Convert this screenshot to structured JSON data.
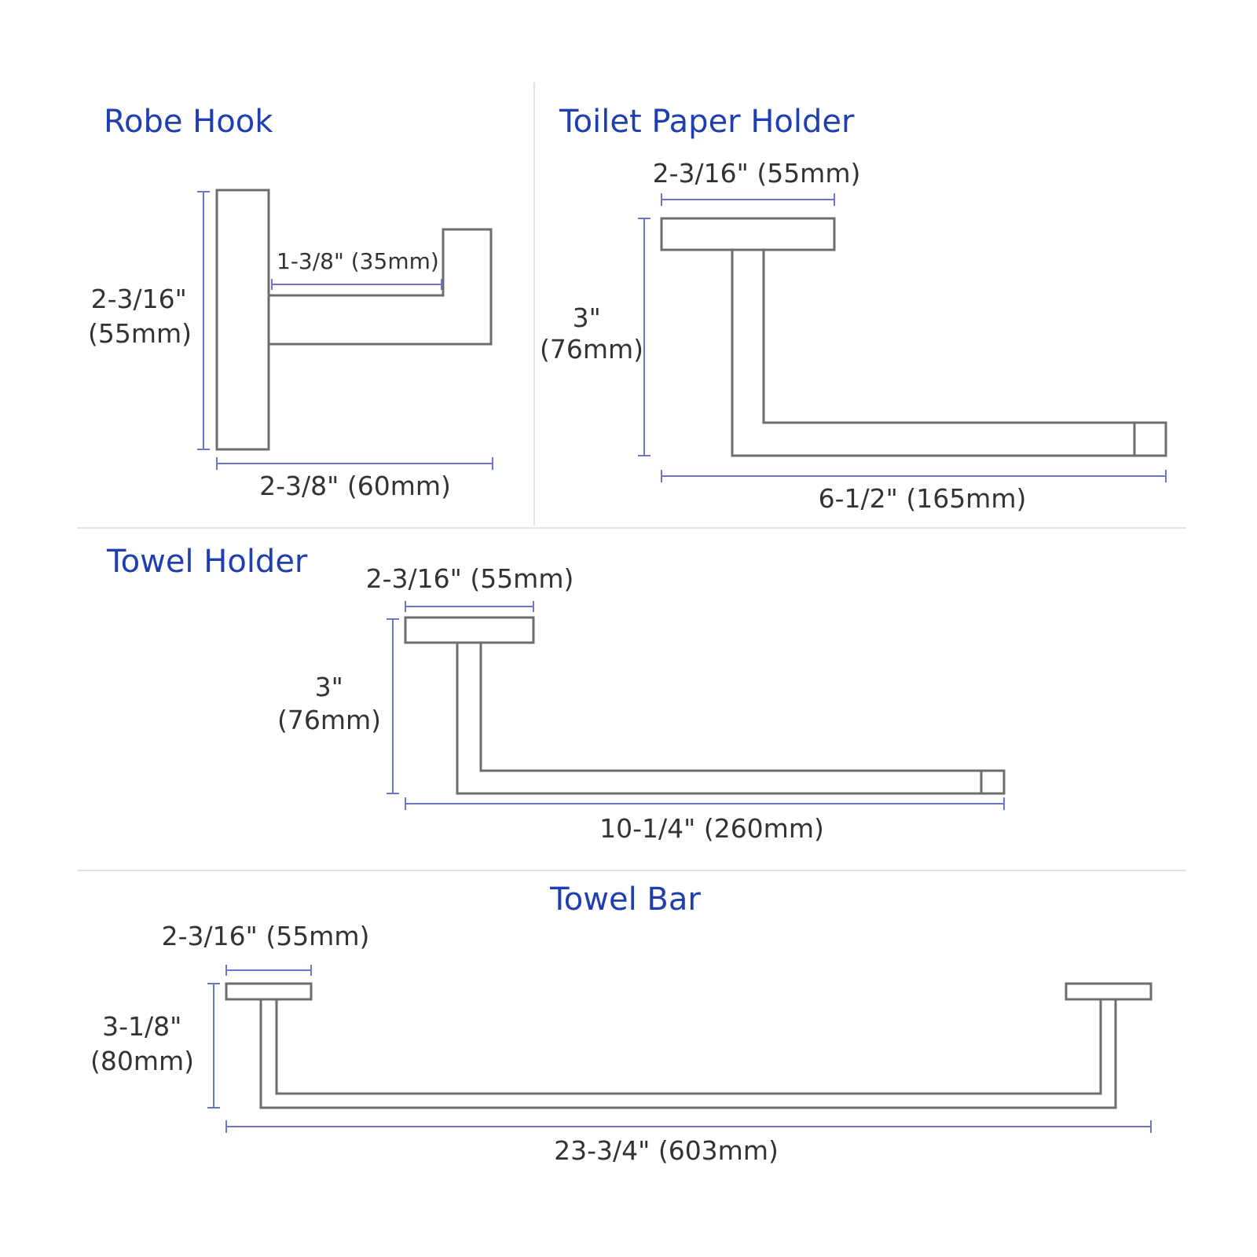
{
  "sections": {
    "robe_hook": {
      "title": "Robe Hook",
      "height_label": [
        "2-3/16\"",
        "(55mm)"
      ],
      "projection_label": "1-3/8\" (35mm)",
      "width_label": "2-3/8\" (60mm)"
    },
    "toilet_paper_holder": {
      "title": "Toilet Paper Holder",
      "plate_label": "2-3/16\" (55mm)",
      "height_label": [
        "3\"",
        "(76mm)"
      ],
      "length_label": "6-1/2\" (165mm)"
    },
    "towel_holder": {
      "title": "Towel Holder",
      "plate_label": "2-3/16\" (55mm)",
      "height_label": [
        "3\"",
        "(76mm)"
      ],
      "length_label": "10-1/4\" (260mm)"
    },
    "towel_bar": {
      "title": "Towel Bar",
      "plate_label": "2-3/16\" (55mm)",
      "height_label": [
        "3-1/8\"",
        "(80mm)"
      ],
      "length_label": "23-3/4\" (603mm)"
    }
  },
  "colors": {
    "title": "#1f3fb0",
    "dimension_line": "#6b74cf",
    "outline": "#6d6d6d",
    "text": "#333333",
    "divider": "#e3e3e3"
  }
}
